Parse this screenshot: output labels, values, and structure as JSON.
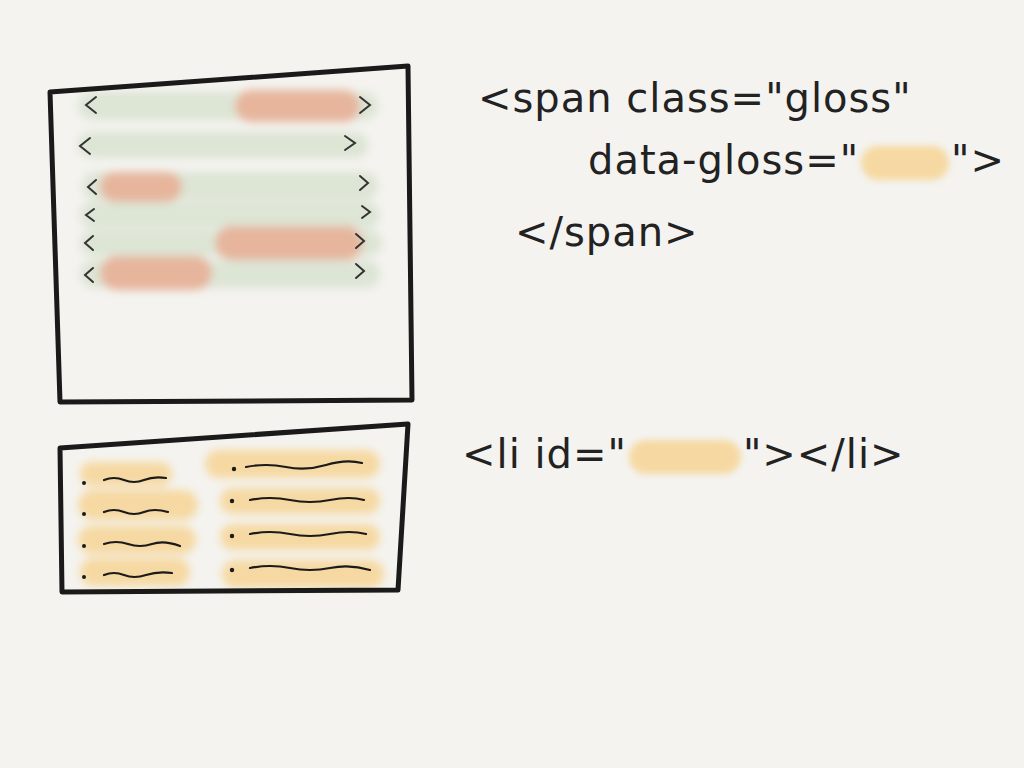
{
  "diagram": {
    "labels": [
      "<span class=\"gloss\"",
      "data-gloss=\"",
      "\">",
      "</span>",
      "<li id=\"",
      "\"></li>"
    ]
  }
}
